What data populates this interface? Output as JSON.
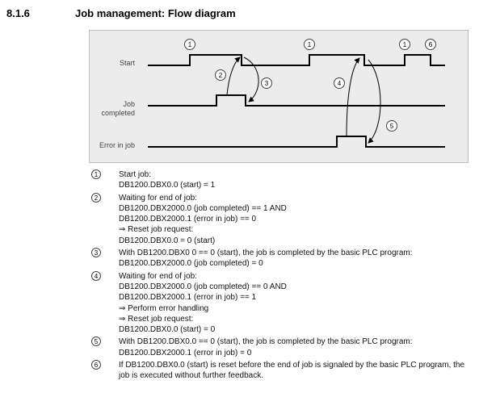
{
  "section": {
    "number": "8.1.6",
    "title": "Job management: Flow diagram"
  },
  "diagram": {
    "signals": {
      "start": "Start",
      "job_completed_1": "Job",
      "job_completed_2": "completed",
      "error": "Error in job"
    },
    "markers": [
      "1",
      "2",
      "3",
      "4",
      "5",
      "6"
    ]
  },
  "legend": [
    {
      "num": "1",
      "lines": [
        "Start job:",
        "DB1200.DBX0.0 (start) = 1"
      ]
    },
    {
      "num": "2",
      "lines": [
        "Waiting for end of job:",
        "DB1200.DBX2000.0 (job completed) == 1 AND",
        "DB1200.DBX2000.1 (error in job) == 0",
        "⇒ Reset job request:",
        "DB1200.DBX0.0 = 0 (start)"
      ]
    },
    {
      "num": "3",
      "lines": [
        "With DB1200.DBX0 0 == 0 (start), the job is completed by the basic PLC program:",
        "DB1200.DBX2000.0 (job completed) = 0"
      ]
    },
    {
      "num": "4",
      "lines": [
        "Waiting for end of job:",
        "DB1200.DBX2000.0 (job completed) == 0 AND",
        "DB1200.DBX2000.1 (error in job) == 1",
        "⇒ Perform error handling",
        "⇒ Reset job request:",
        "DB1200.DBX0.0 (start) = 0"
      ]
    },
    {
      "num": "5",
      "lines": [
        "With DB1200.DBX0.0 == 0 (start), the job is completed by the basic PLC program:",
        "DB1200.DBX2000.1 (error in job) = 0"
      ]
    },
    {
      "num": "6",
      "lines": [
        "If DB1200.DBX0.0 (start) is reset before the end of job is signaled by the basic PLC program, the",
        "job is executed without further feedback."
      ]
    }
  ]
}
